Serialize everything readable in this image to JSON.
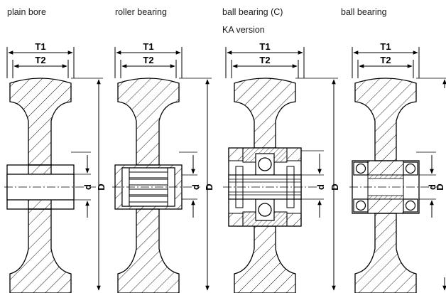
{
  "columns": [
    {
      "caption": "plain bore"
    },
    {
      "caption": "roller bearing"
    },
    {
      "caption": "ball bearing (C)",
      "caption2": "KA version"
    },
    {
      "caption": "ball bearing"
    }
  ],
  "dimensions": {
    "overall_width": "T1",
    "hub_width": "T2",
    "bore_diameter": "d",
    "wheel_diameter": "D"
  }
}
